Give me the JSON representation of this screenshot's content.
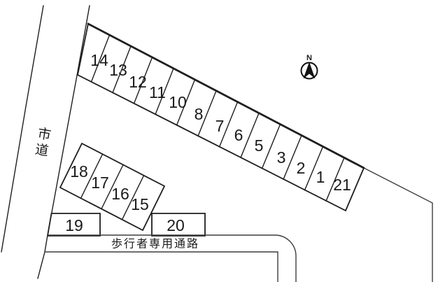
{
  "plan": {
    "road": {
      "label": "市道"
    },
    "walkway": {
      "label": "歩行者専用通路"
    },
    "compass": {
      "label": "N"
    },
    "main_row_stalls": [
      "14",
      "13",
      "12",
      "11",
      "10",
      "8",
      "7",
      "6",
      "5",
      "3",
      "2",
      "1",
      "21"
    ],
    "lower_block_stalls": [
      "18",
      "17",
      "16",
      "15"
    ],
    "bottom_row_stalls": [
      "19",
      "20"
    ],
    "colors": {
      "line": "#1f1f1f",
      "background": "#ffffff"
    }
  }
}
